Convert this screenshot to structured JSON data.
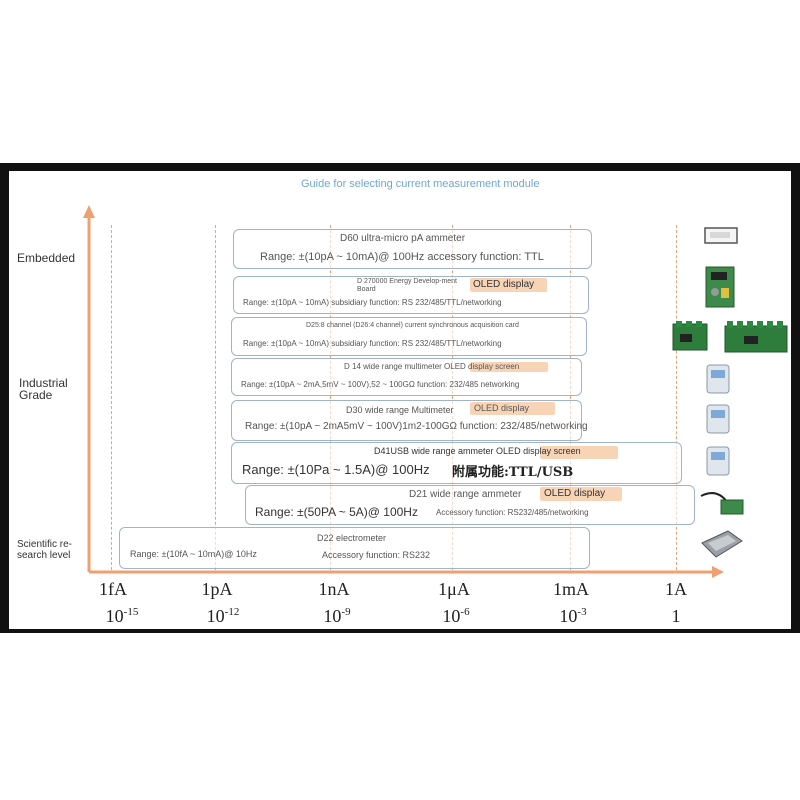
{
  "title": "Guide for selecting current measurement module",
  "y_labels": {
    "embedded": "Embedded",
    "industrial": "Industrial Grade",
    "scientific": "Scientific re-search level"
  },
  "x_ticks": [
    {
      "unit": "1fA",
      "base": "10",
      "exp": "-15"
    },
    {
      "unit": "1pA",
      "base": "10",
      "exp": "-12"
    },
    {
      "unit": "1nA",
      "base": "10",
      "exp": "-9"
    },
    {
      "unit": "1μA",
      "base": "10",
      "exp": "-6"
    },
    {
      "unit": "1mA",
      "base": "10",
      "exp": "-3"
    },
    {
      "unit": "1A",
      "base": "1",
      "exp": ""
    }
  ],
  "products": {
    "d60": {
      "name": "D60 ultra-micro pA ammeter",
      "spec": "Range: ±(10pA ~ 10mA)@ 100Hz accessory function: TTL"
    },
    "d27": {
      "name": "D 270000 Energy Develop-ment Board",
      "tag": "OLED display",
      "spec": "Range: ±(10pA ~ 10mA) subsidiary function: RS 232/485/TTL/networking"
    },
    "d25": {
      "name": "D25:8 channel (D26:4 channel) current synchronous acquisition card",
      "spec": "Range: ±(10pA ~ 10mA) subsidiary function: RS 232/485/TTL/networking"
    },
    "d14": {
      "name": "D 14 wide range multimeter OLED display screen",
      "spec": "Range: ±(10pA ~ 2mA,5mV ~ 100V),52 ~ 100GΩ function: 232/485 networking"
    },
    "d30": {
      "name": "D30 wide range Multimeter",
      "tag": "OLED display",
      "spec": "Range: ±(10pA ~ 2mA5mV ~ 100V)1m2-100GΩ function: 232/485/networking"
    },
    "d41": {
      "name": "D41USB wide range ammeter OLED display screen",
      "spec": "Range: ±(10Pa ~ 1.5A)@ 100Hz",
      "spec_cn": "附属功能:TTL/USB"
    },
    "d21": {
      "name": "D21 wide range ammeter",
      "tag": "OLED display",
      "spec": "Range: ±(50PA ~ 5A)@ 100Hz",
      "spec_extra": "Accessory function: RS232/485/networking"
    },
    "d22": {
      "name": "D22 electrometer",
      "spec": "Range: ±(10fA ~ 10mA)@ 10Hz",
      "spec_extra": "Accessory function: RS232"
    }
  },
  "colors": {
    "axis": "#f0a070",
    "box_border": "#9fb4cc",
    "title": "#6fa7cf",
    "highlight": "#f6c9a4"
  },
  "icons": [
    "module-icon",
    "board-icon",
    "card-icon",
    "meter-icon",
    "probe-icon",
    "electrometer-icon"
  ]
}
